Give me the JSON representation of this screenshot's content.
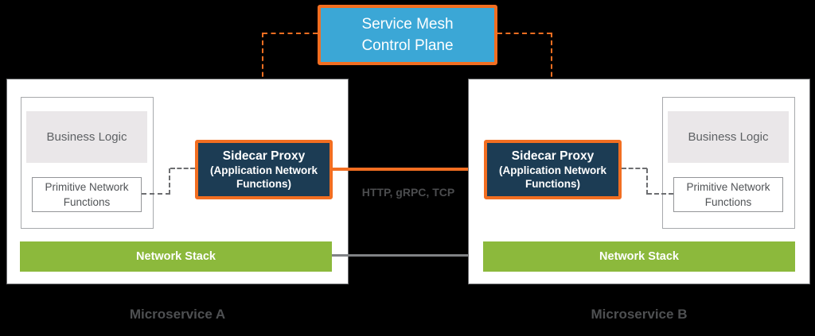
{
  "diagram": {
    "control_plane": {
      "line1": "Service Mesh",
      "line2": "Control Plane"
    },
    "link_label": "HTTP, gRPC, TCP",
    "services": [
      {
        "name": "Microservice A",
        "business_logic": "Business Logic",
        "primitive_functions": "Primitive Network Functions",
        "sidecar_title": "Sidecar Proxy",
        "sidecar_subtitle": "(Application Network Functions)",
        "network_stack": "Network Stack"
      },
      {
        "name": "Microservice B",
        "business_logic": "Business Logic",
        "primitive_functions": "Primitive Network Functions",
        "sidecar_title": "Sidecar Proxy",
        "sidecar_subtitle": "(Application Network Functions)",
        "network_stack": "Network Stack"
      }
    ]
  },
  "colors": {
    "orange": "#F26E21",
    "blue": "#3BA7D6",
    "navy": "#1C3C54",
    "green": "#8CB93C",
    "gray_line": "#808285",
    "box_border": "#6D6E71",
    "inner_border": "#A7A9AC",
    "pnf_border": "#939598",
    "muted_text": "#5E6164",
    "dark_text": "#4B4C4E",
    "label_text": "#4E5052",
    "bl_fill": "#EAE7E9",
    "bg": "#000000"
  }
}
